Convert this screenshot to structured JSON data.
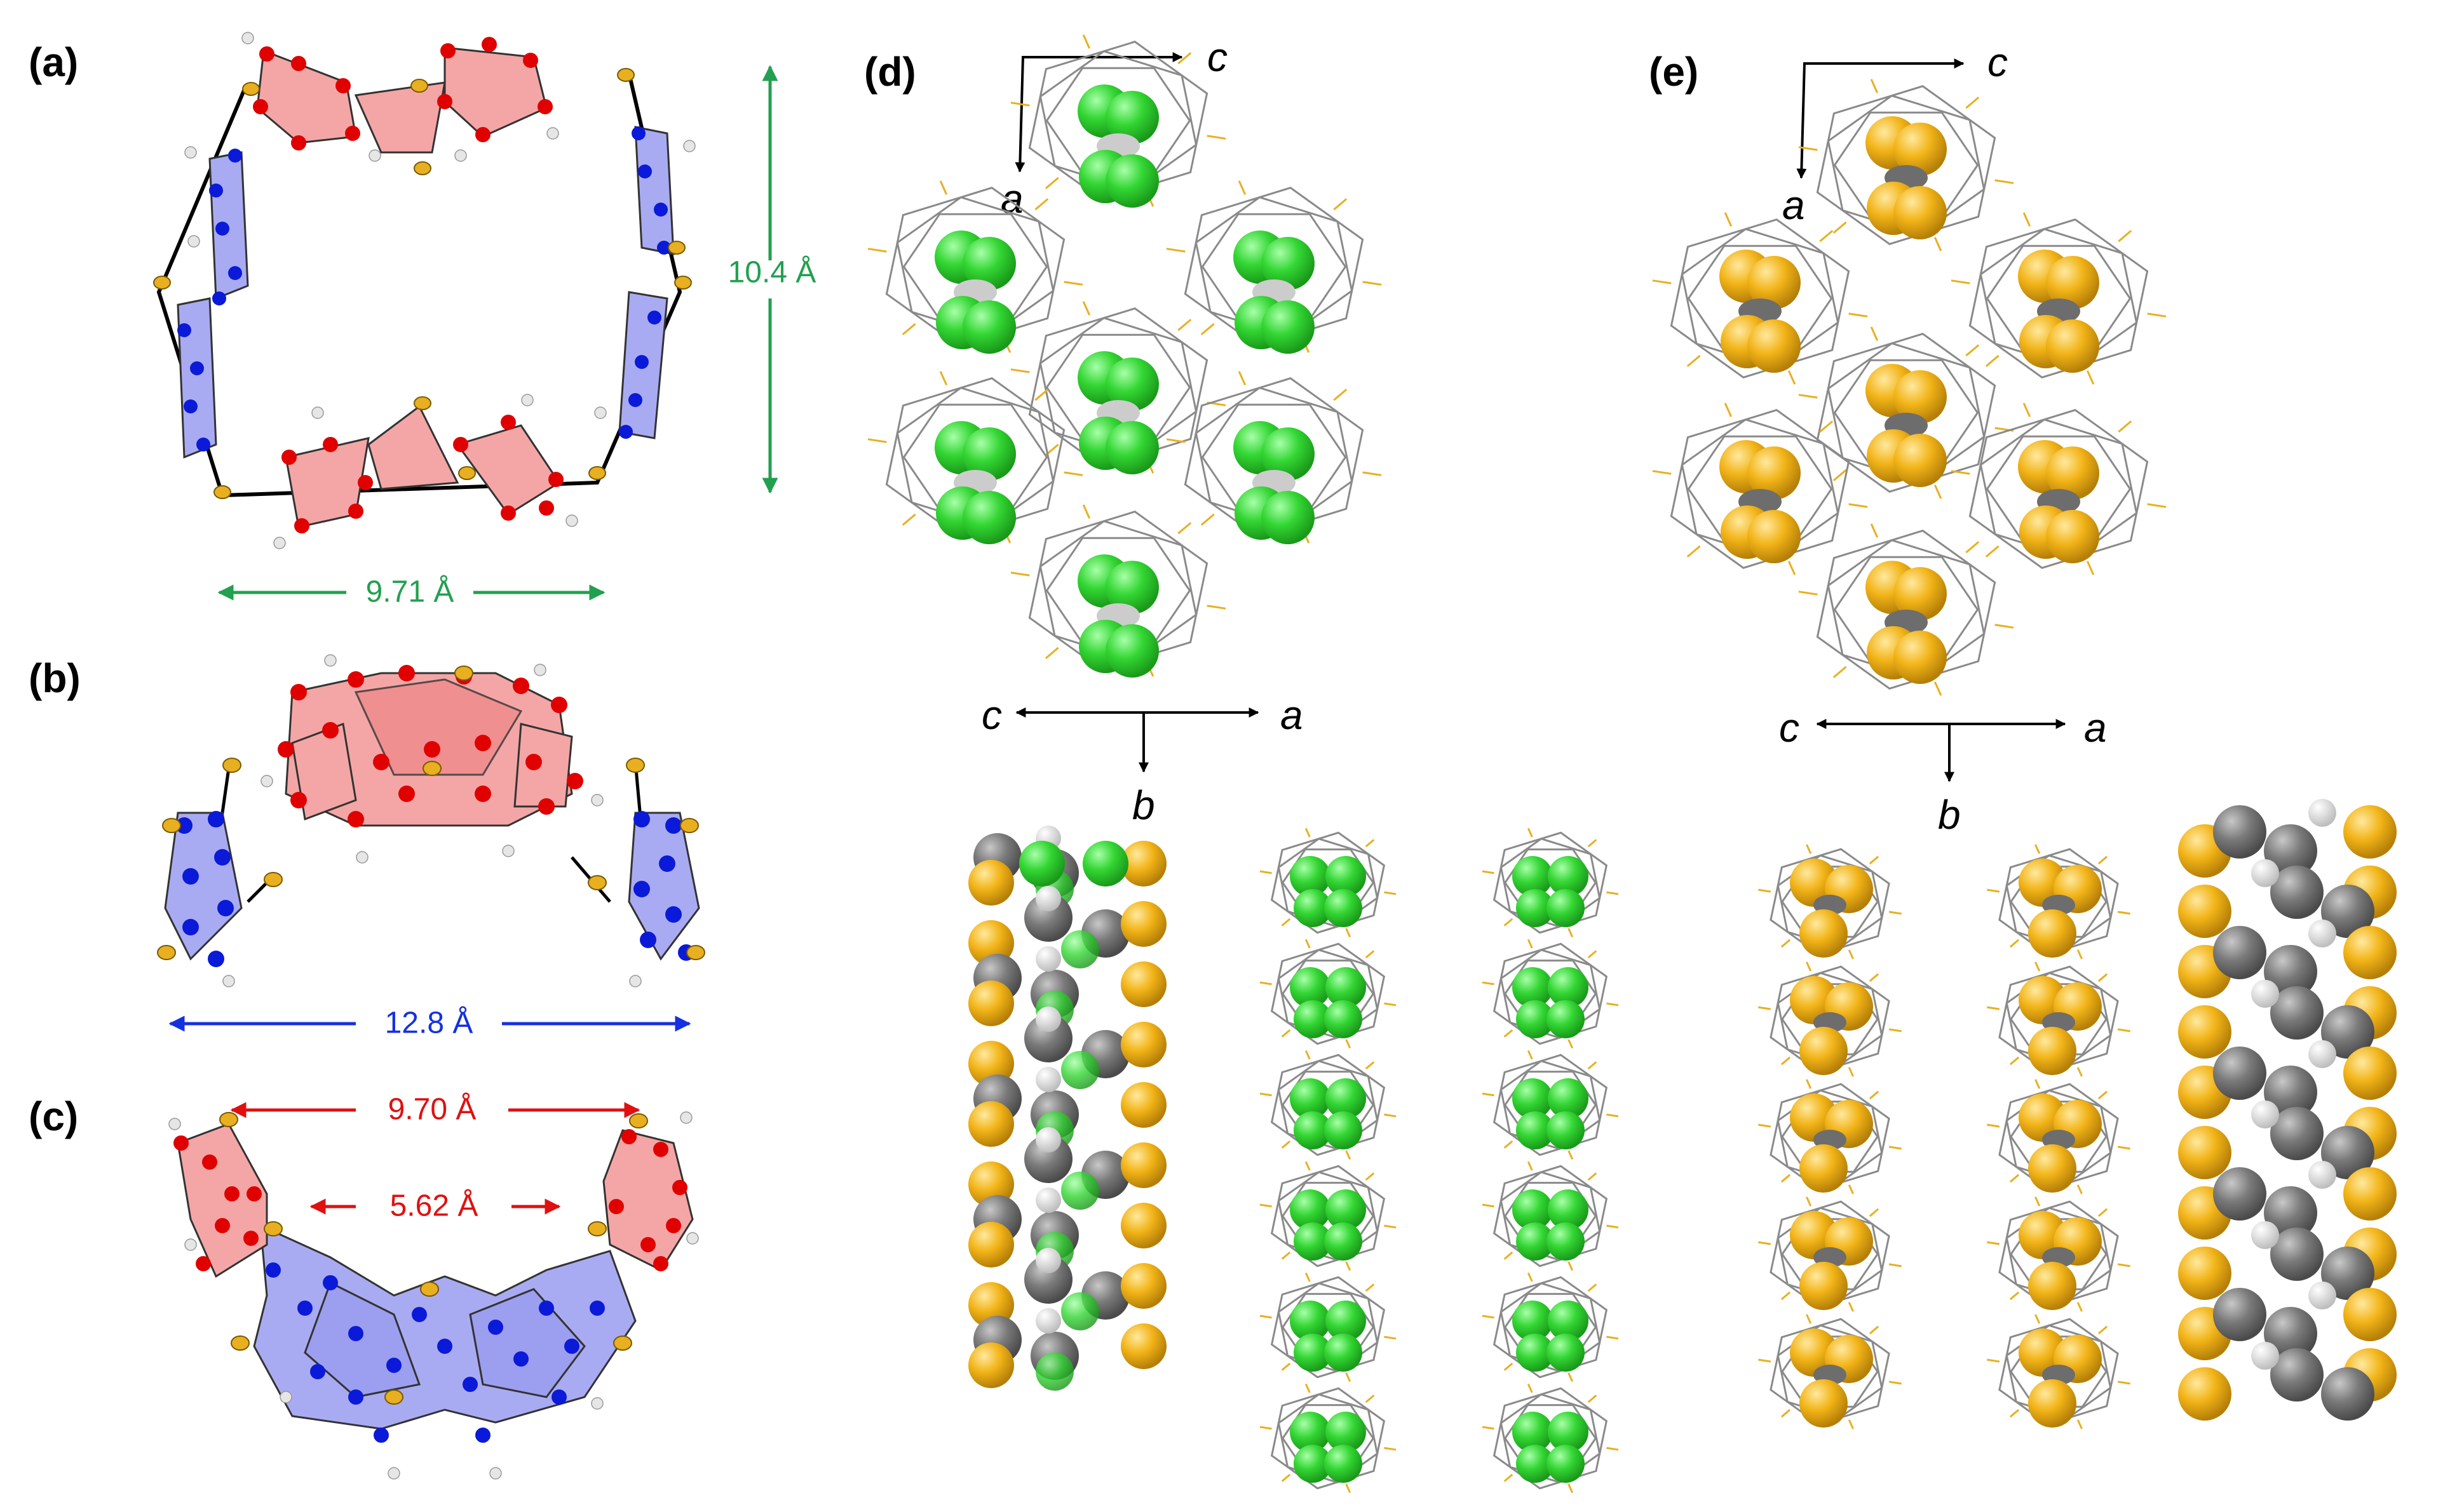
{
  "panels": {
    "a": {
      "label": "(a)",
      "width_measure": "9.71 Å",
      "height_measure": "10.4 Å"
    },
    "b": {
      "label": "(b)",
      "width_measure": "12.8 Å"
    },
    "c": {
      "label": "(c)",
      "outer_measure": "9.70 Å",
      "inner_measure": "5.62 Å"
    },
    "d": {
      "label": "(d)",
      "top_axes": {
        "horizontal": "c",
        "vertical": "a"
      },
      "bottom_axes": {
        "left": "c",
        "right": "a",
        "down": "b"
      }
    },
    "e": {
      "label": "(e)",
      "top_axes": {
        "horizontal": "c",
        "vertical": "a"
      },
      "bottom_axes": {
        "left": "c",
        "right": "a",
        "down": "b"
      }
    }
  },
  "colors": {
    "red_ring": "#f4a6a6",
    "red_atom": "#e00000",
    "blue_ring": "#a9abf2",
    "blue_atom": "#0a1ad8",
    "sulfur": "#e8b020",
    "green_guest": "#33d633",
    "gray_carbon": "#7a7a7a",
    "hydrogen": "#e6e6e6",
    "green_measure": "#22a050",
    "blue_measure": "#1530e0",
    "red_measure": "#e01010"
  }
}
